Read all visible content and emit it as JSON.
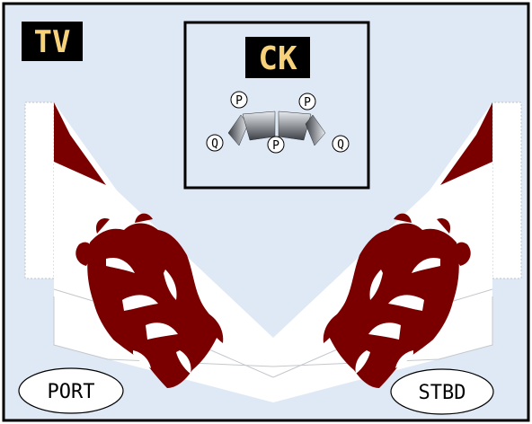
{
  "labels": {
    "tv": "TV",
    "ck": "CK",
    "port": "PORT",
    "stbd": "STBD"
  },
  "cockpit": {
    "pilot_marker": "P",
    "observer_marker": "Q"
  },
  "colors": {
    "background": "#dfe9f5",
    "frame": "#000000",
    "label_bg": "#000000",
    "label_text": "#f7d27a",
    "tail_maroon": "#7a0000",
    "tail_white": "#ffffff",
    "seat_gradient_light": "#e8ebef",
    "seat_gradient_dark": "#3c4046"
  }
}
